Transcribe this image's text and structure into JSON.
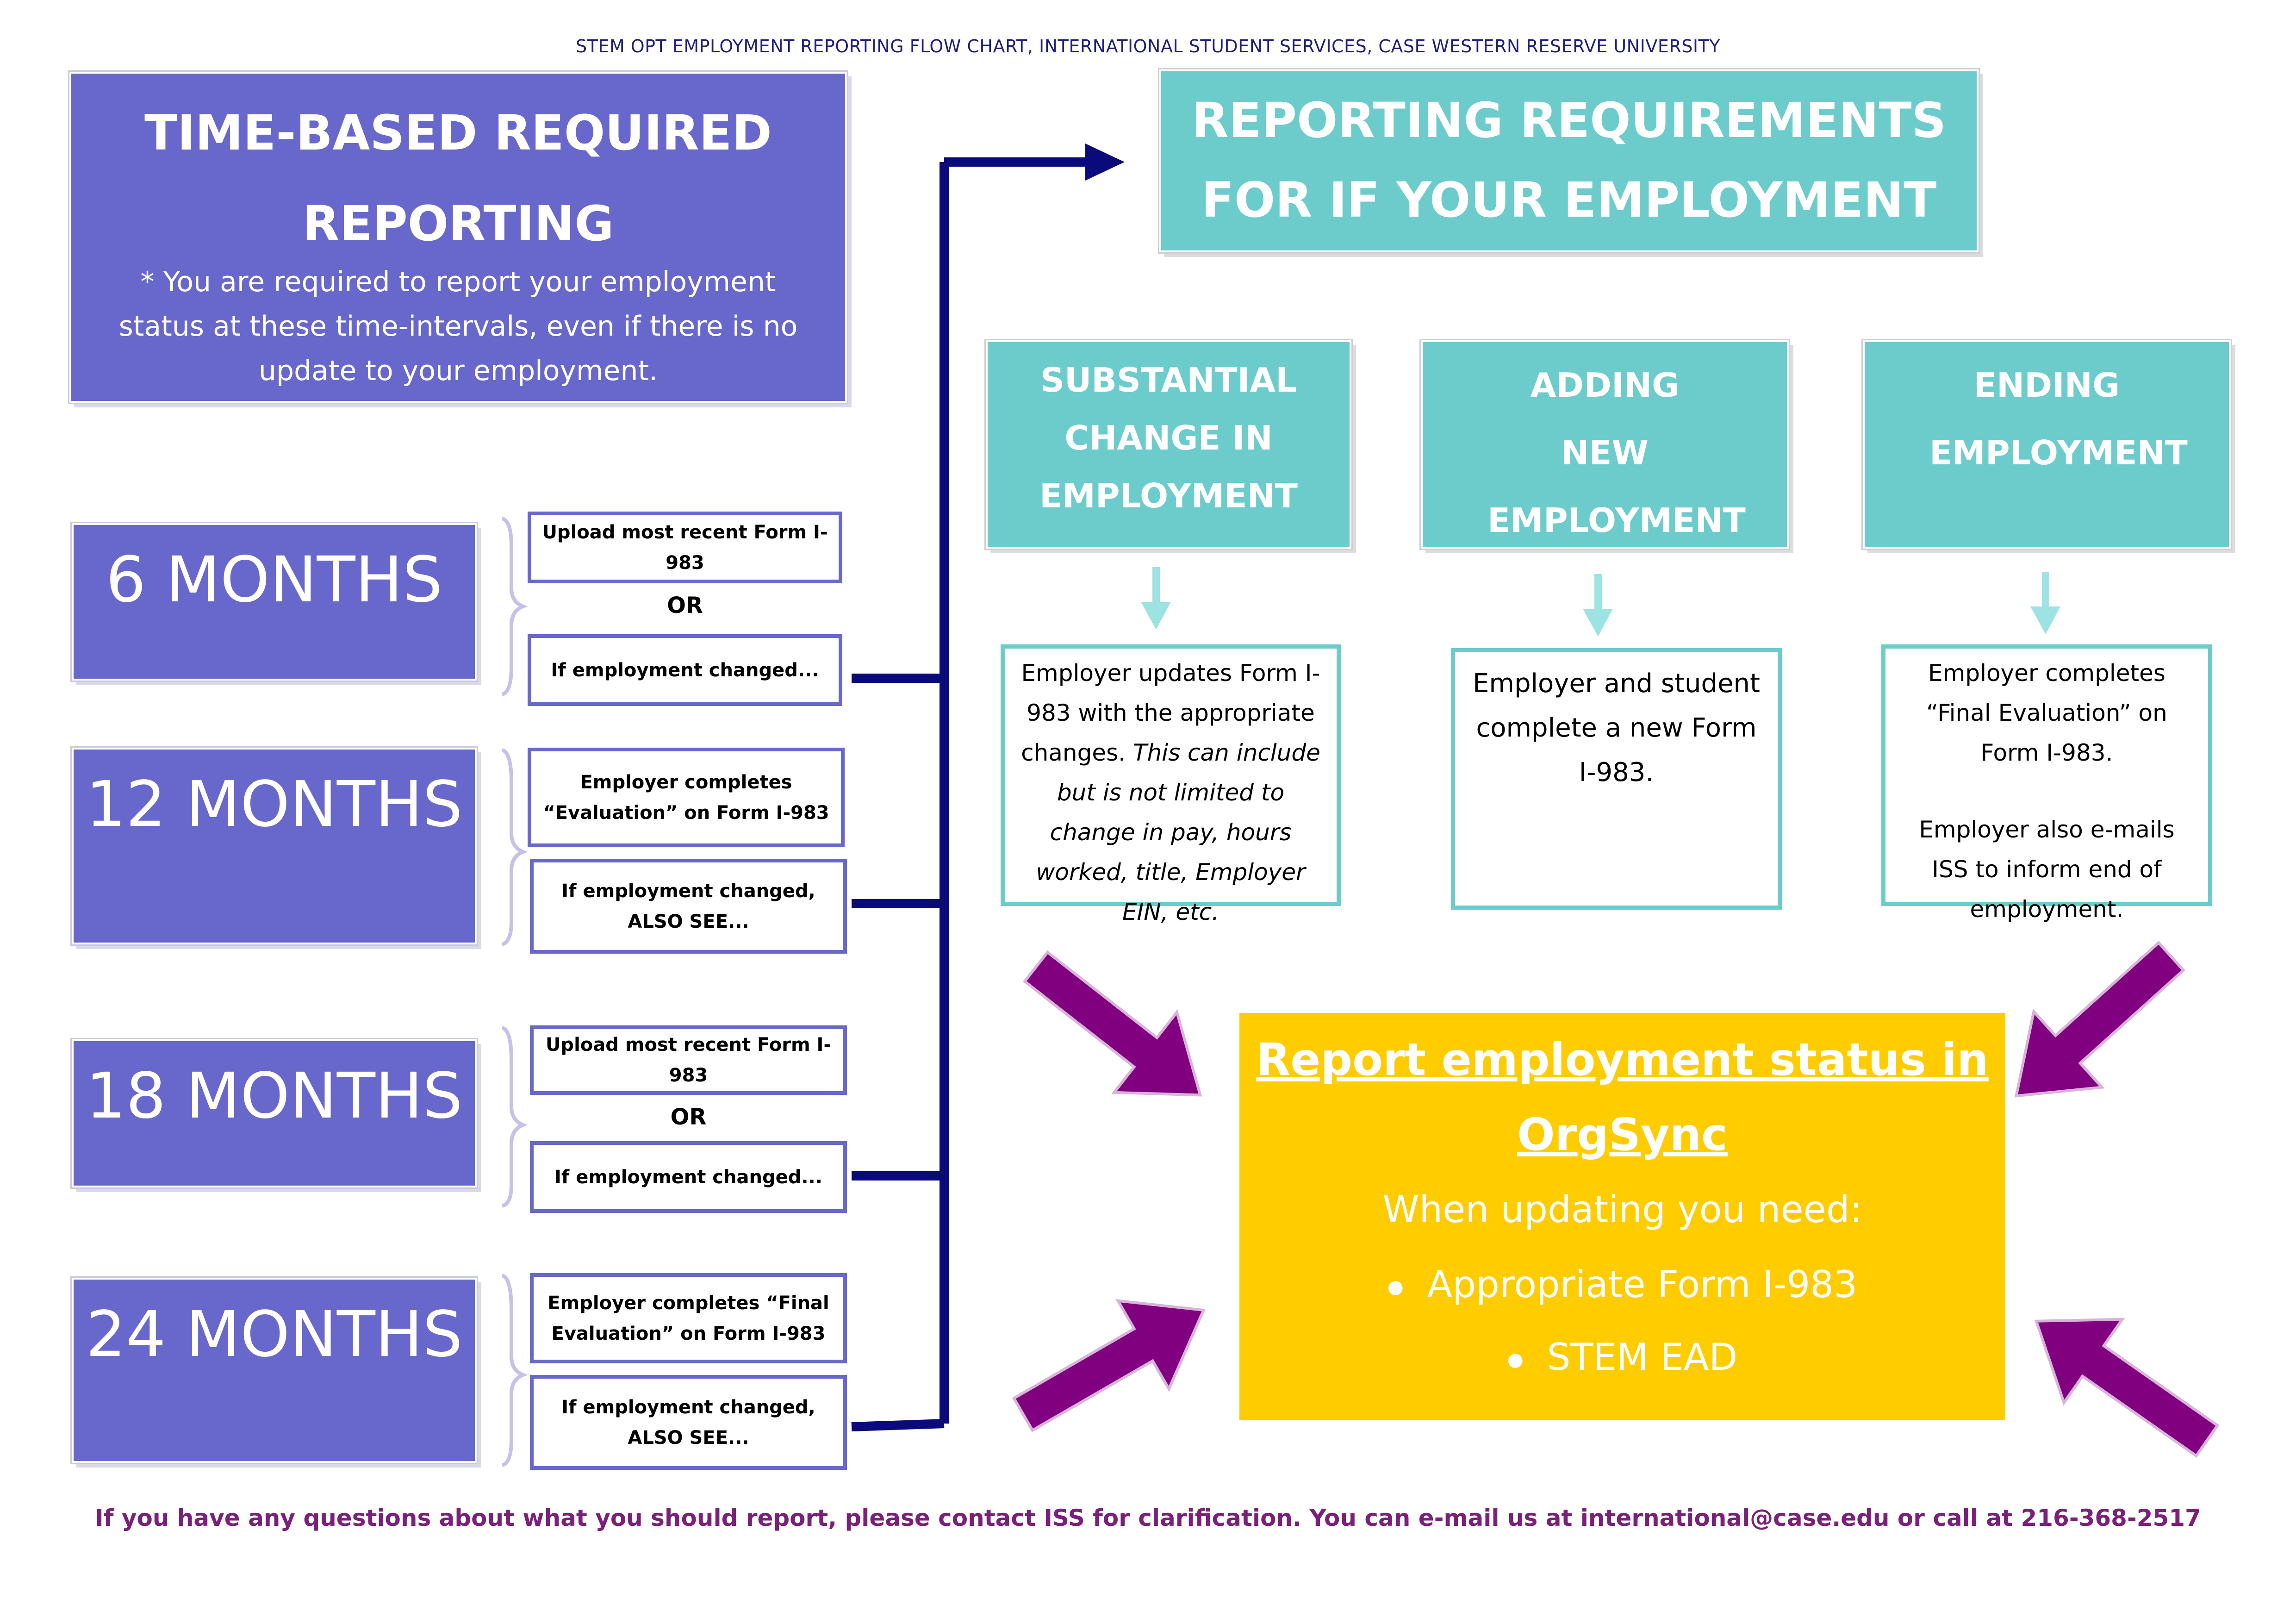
{
  "header": {
    "title": "STEM OPT EMPLOYMENT REPORTING FLOW CHART, INTERNATIONAL STUDENT SERVICES, CASE WESTERN RESERVE UNIVERSITY"
  },
  "time_based": {
    "title": "TIME-BASED REQUIRED REPORTING",
    "note": "* You are required to report your employment status at these time-intervals, even if there is no update to your employment."
  },
  "months": [
    {
      "label": "6 MONTHS",
      "option1": "Upload most recent Form I-983",
      "or": "OR",
      "option2": "If employment changed..."
    },
    {
      "label": "12 MONTHS",
      "option1": "Employer completes “Evaluation” on Form I-983",
      "or": "",
      "option2": "If employment changed, ALSO SEE..."
    },
    {
      "label": "18 MONTHS",
      "option1": "Upload most recent Form I-983",
      "or": "OR",
      "option2": "If employment changed..."
    },
    {
      "label": "24 MONTHS",
      "option1": "Employer completes “Final Evaluation” on Form I-983",
      "or": "",
      "option2": "If employment changed, ALSO SEE..."
    }
  ],
  "changes": {
    "title": "REPORTING REQUIREMENTS FOR IF YOUR EMPLOYMENT CHANGES:",
    "columns": [
      {
        "heading": "SUBSTANTIAL CHANGE IN EMPLOYMENT",
        "text": "Employer updates Form I-983 with the appropriate changes.",
        "italic": "This can include but is not limited to change in pay, hours worked, title, Employer EIN, etc."
      },
      {
        "heading": "ADDING NEW EMPLOYMENT",
        "text": "Employer and student complete a new Form I-983.",
        "italic": ""
      },
      {
        "heading": "ENDING EMPLOYMENT",
        "text": "Employer completes “Final Evaluation” on Form I-983.",
        "text2": "Employer also e-mails ISS to inform end of employment."
      }
    ]
  },
  "report": {
    "title": "Report employment status in OrgSync",
    "subtitle": "When updating you need:",
    "items": [
      "Appropriate Form I-983",
      "STEM EAD"
    ]
  },
  "footer": {
    "text": "If you have any questions about what you should report, please contact ISS for clarification. You can e-mail us at international@case.edu or call at 216-368-2517"
  },
  "colors": {
    "purple": "#6868cc",
    "teal": "#6ccccc",
    "navy": "#000080",
    "yellow": "#ffcc00",
    "arrow": "#800080"
  }
}
